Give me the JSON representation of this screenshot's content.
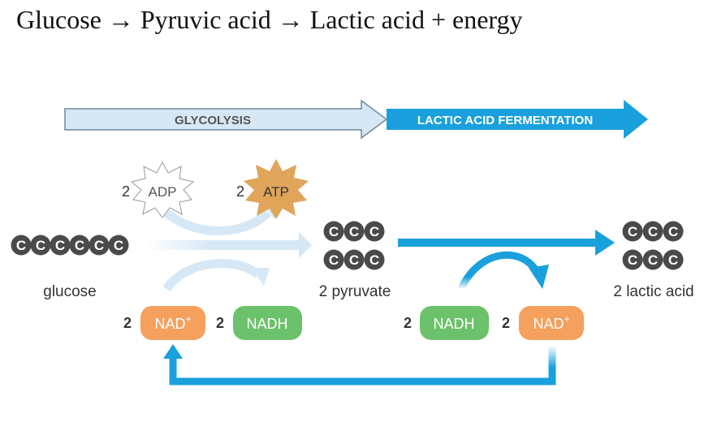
{
  "equation": "Glucose → Pyruvic acid → Lactic acid + energy",
  "phases": {
    "glycolysis": "GLYCOLYSIS",
    "fermentation": "LACTIC ACID FERMENTATION"
  },
  "atoms": {
    "carbon": "C"
  },
  "adp": {
    "count": "2",
    "label": "ADP"
  },
  "atp": {
    "count": "2",
    "label": "ATP"
  },
  "molecules": {
    "glucose": "glucose",
    "pyruvate": "2 pyruvate",
    "lactic": "2 lactic acid"
  },
  "nad_left": {
    "count": "2",
    "label": "NAD",
    "sup": "+"
  },
  "nadh_left": {
    "count": "2",
    "label": "NADH"
  },
  "nadh_right": {
    "count": "2",
    "label": "NADH"
  },
  "nad_right": {
    "count": "2",
    "label": "NAD",
    "sup": "+"
  },
  "colors": {
    "light_arrow": "#d6e8f5",
    "light_arrow_border": "#6f8a9c",
    "blue": "#1aa0dc",
    "carbon": "#4a4a4a",
    "nad": "#f5a05c",
    "nadh": "#6cc26a",
    "atp": "#e0a45a"
  }
}
